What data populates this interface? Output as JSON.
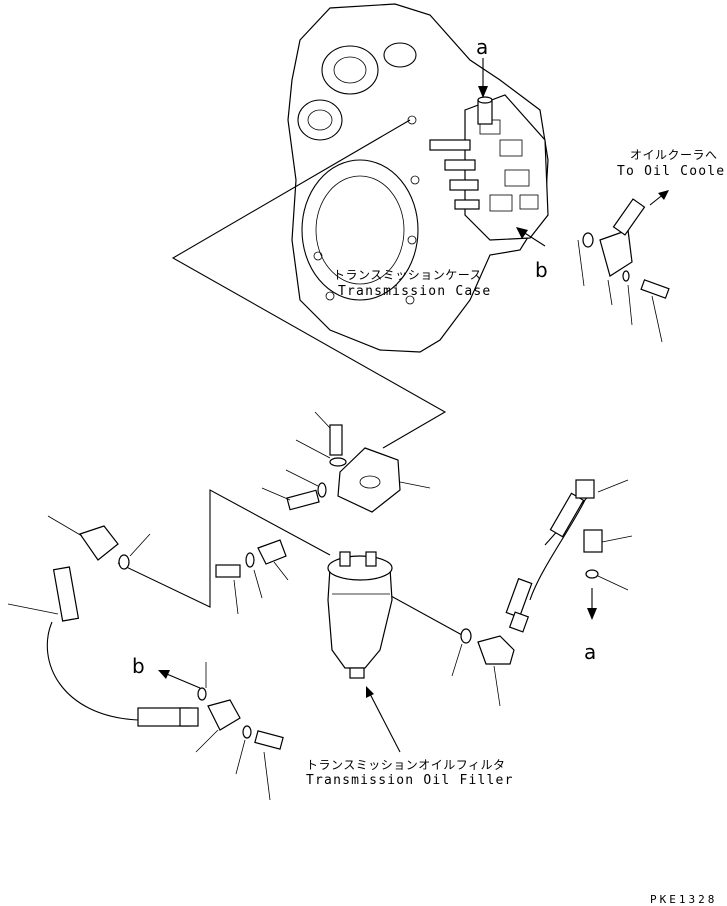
{
  "callouts": {
    "oil_cooler_jp": "オイルクーラへ",
    "oil_cooler_en": "To Oil Cooler",
    "case_jp": "トランスミッションケース",
    "case_en": "Transmission Case",
    "filter_jp": "トランスミッションオイルフィルタ",
    "filter_en": "Transmission Oil Filler"
  },
  "markers": {
    "a_top": "a",
    "b_top": "b",
    "a_right": "a",
    "b_left": "b"
  },
  "drawing_code": "PKE1328"
}
